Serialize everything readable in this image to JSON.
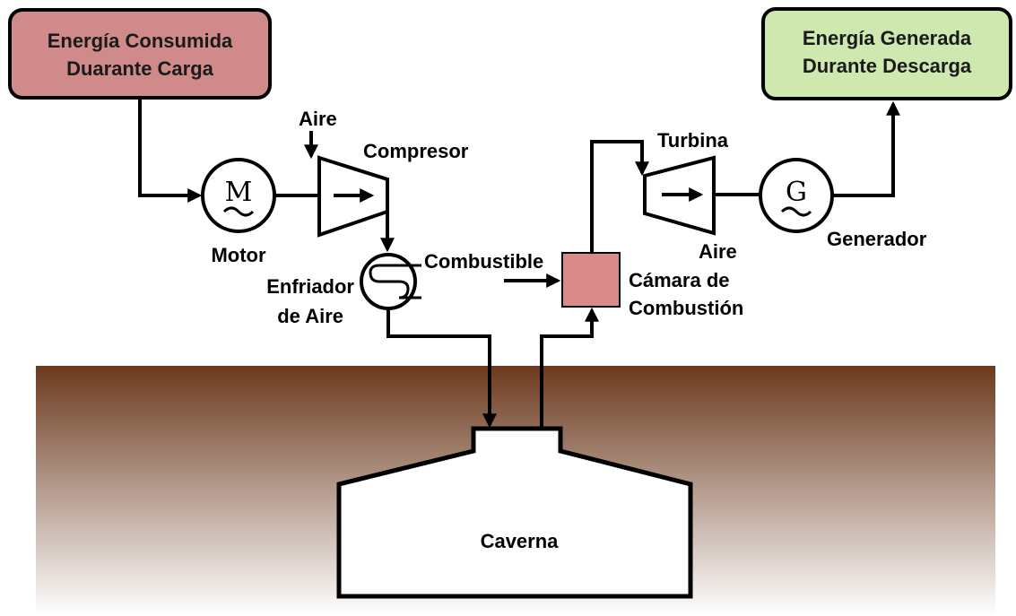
{
  "energy_in": {
    "line1": "Energía Consumida",
    "line2": "Duarante Carga"
  },
  "energy_out": {
    "line1": "Energía Generada",
    "line2": "Durante Descarga"
  },
  "labels": {
    "aire_in": "Aire",
    "compresor": "Compresor",
    "motor": "Motor",
    "enfriador_1": "Enfriador",
    "enfriador_2": "de Aire",
    "combustible": "Combustible",
    "turbina": "Turbina",
    "aire_out": "Aire",
    "camara_1": "Cámara de",
    "camara_2": "Combustión",
    "generador": "Generador",
    "caverna": "Caverna"
  },
  "symbols": {
    "motor": "M",
    "generator": "G"
  },
  "colors": {
    "energy_in_fill": "#d08a8a",
    "energy_out_fill": "#cfe8b0",
    "combustion_fill": "#d98b8b",
    "ground_top": "#6b3a1e",
    "ground_bottom": "#ffffff"
  }
}
